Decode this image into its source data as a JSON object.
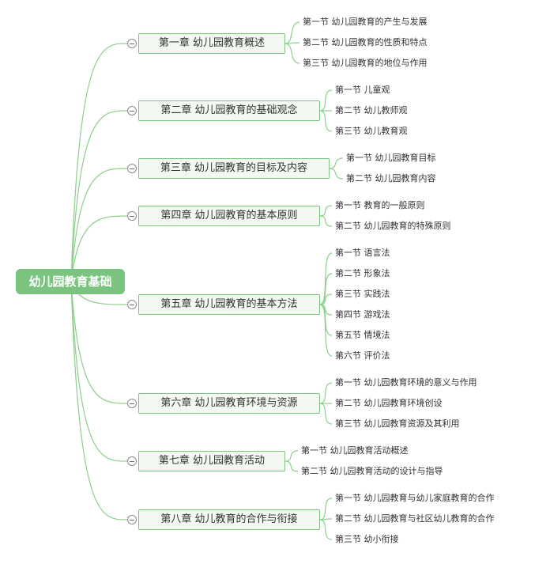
{
  "root": {
    "label": "幼儿园教育基础"
  },
  "chapters": [
    {
      "label": "第一章 幼儿园教育概述",
      "sections": [
        "第一节 幼儿园教育的产生与发展",
        "第二节 幼儿园教育的性质和特点",
        "第三节 幼儿园教育的地位与作用"
      ]
    },
    {
      "label": "第二章 幼儿园教育的基础观念",
      "sections": [
        "第一节 儿童观",
        "第二节 幼儿教师观",
        "第三节 幼儿教育观"
      ]
    },
    {
      "label": "第三章 幼儿园教育的目标及内容",
      "sections": [
        "第一节 幼儿园教育目标",
        "第二节 幼儿园教育内容"
      ]
    },
    {
      "label": "第四章 幼儿园教育的基本原则",
      "sections": [
        "第一节 教育的一般原则",
        "第二节 幼儿园教育的特殊原则"
      ]
    },
    {
      "label": "第五章 幼儿园教育的基本方法",
      "sections": [
        "第一节 语言法",
        "第二节 形象法",
        "第三节 实践法",
        "第四节 游戏法",
        "第五节 情境法",
        "第六节 评价法"
      ]
    },
    {
      "label": "第六章 幼儿园教育环境与资源",
      "sections": [
        "第一节 幼儿园教育环境的意义与作用",
        "第二节 幼儿园教育环境创设",
        "第三节 幼儿园教育资源及其利用"
      ]
    },
    {
      "label": "第七章 幼儿园教育活动",
      "sections": [
        "第一节 幼儿园教育活动概述",
        "第二节 幼儿园教育活动的设计与指导"
      ]
    },
    {
      "label": "第八章 幼儿教育的合作与衔接",
      "sections": [
        "第一节 幼儿园教育与幼儿家庭教育的合作",
        "第二节 幼儿园教育与社区幼儿教育的合作",
        "第三节 幼小衔接"
      ]
    }
  ],
  "colors": {
    "line": "#8fce8c",
    "root_fill": "#7bc47f",
    "chapter_border": "#7bc47f",
    "chapter_fill": "#f3f9f2"
  }
}
